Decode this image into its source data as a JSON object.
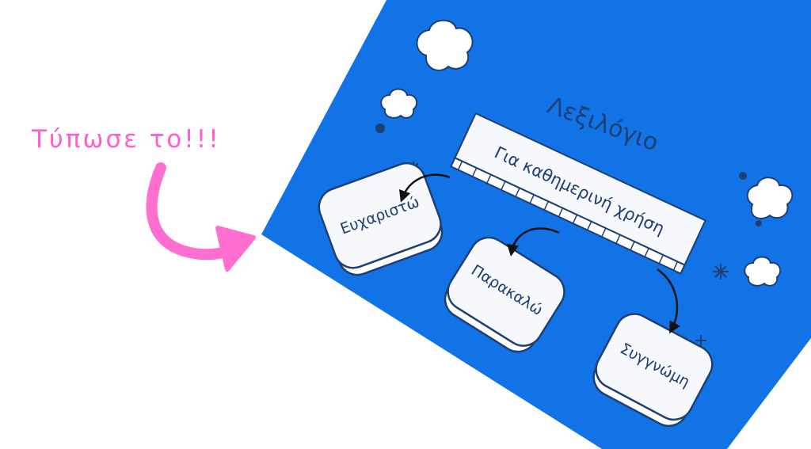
{
  "callout": {
    "text": "Τύπωσε το!!!"
  },
  "colors": {
    "card": "#1273e6",
    "pink": "#ff6fcf",
    "ink": "#1d3f73",
    "box": "#f6f8fb"
  },
  "diagram": {
    "title": "Λεξιλόγιο",
    "banner": "Για καθημερινή χρήση",
    "boxes": [
      {
        "label": "Ευχαριστώ"
      },
      {
        "label": "Παρακαλώ"
      },
      {
        "label": "Συγγνώμη"
      }
    ]
  }
}
